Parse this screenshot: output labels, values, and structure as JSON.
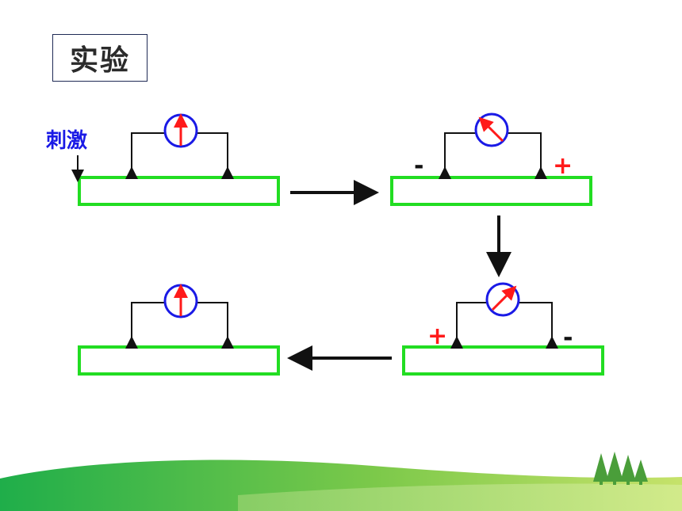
{
  "title": "实验",
  "stimulus_label": "刺激",
  "signs": {
    "s2_left": "-",
    "s2_right": "+",
    "s3_left": "+",
    "s3_right": "-"
  },
  "colors": {
    "nerve_fiber": "#22dd22",
    "galvanometer_ring": "#1a1ae6",
    "needle": "#ff1a1a",
    "wire": "#111111",
    "stimulus_text": "#1a1ae6",
    "sign_plus": "#ff1a1a",
    "ground_green": "#3cb84a",
    "tree_green": "#4a9e3a"
  },
  "icons": {
    "galvanometer": "galvanometer-icon",
    "arrow": "arrow-icon",
    "trees": "tree-icon"
  },
  "galvanometer_needles": {
    "state1": "up",
    "state2": "upper-left",
    "state3": "upper-right",
    "state4": "up"
  }
}
